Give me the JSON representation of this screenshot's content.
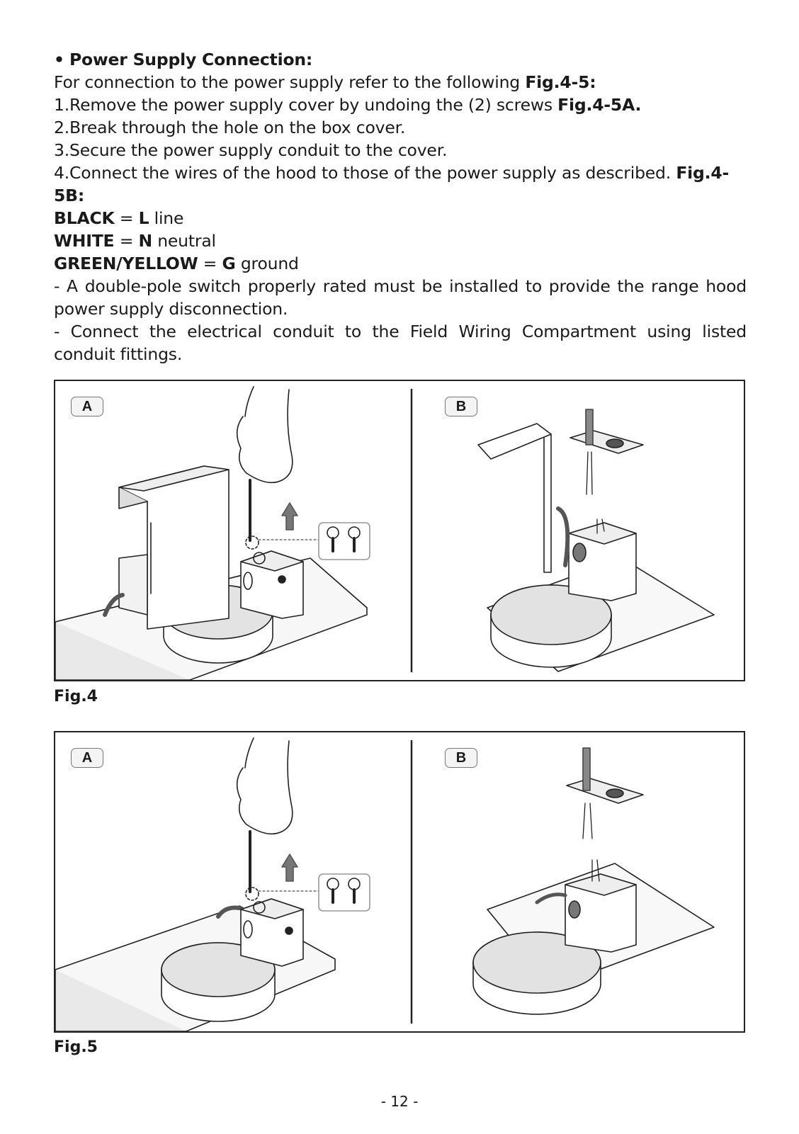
{
  "section": {
    "bullet": "•",
    "heading": "Power Supply Connection:",
    "intro_text": "For connection to the power supply refer to the following ",
    "intro_ref": "Fig.4-5:",
    "steps": [
      {
        "num": "1.",
        "text": "Remove the power supply cover by undoing the (2) screws ",
        "ref": "Fig.4-5A."
      },
      {
        "num": "2.",
        "text": "Break through the hole on the box cover.",
        "ref": ""
      },
      {
        "num": "3.",
        "text": "Secure the power supply conduit to the cover.",
        "ref": ""
      },
      {
        "num": "4.",
        "text": "Connect the wires of the hood to those of the power supply as described. ",
        "ref": "Fig.4-5B:"
      }
    ],
    "wiring": [
      {
        "color": "BLACK",
        "eq": " = ",
        "code": "L",
        "meaning": " line"
      },
      {
        "color": "WHITE",
        "eq": " = ",
        "code": "N",
        "meaning": " neutral"
      },
      {
        "color": "GREEN/YELLOW",
        "eq": " = ",
        "code": "G",
        "meaning": " ground"
      }
    ],
    "notes": [
      "- A double-pole switch properly rated must be installed to provide the range hood power supply disconnection.",
      "- Connect the electrical conduit to the Field Wiring Compartment using listed conduit fittings."
    ]
  },
  "figures": [
    {
      "caption": "Fig.4",
      "panels": [
        "A",
        "B"
      ]
    },
    {
      "caption": "Fig.5",
      "panels": [
        "A",
        "B"
      ]
    }
  ],
  "page_number": "- 12 -"
}
